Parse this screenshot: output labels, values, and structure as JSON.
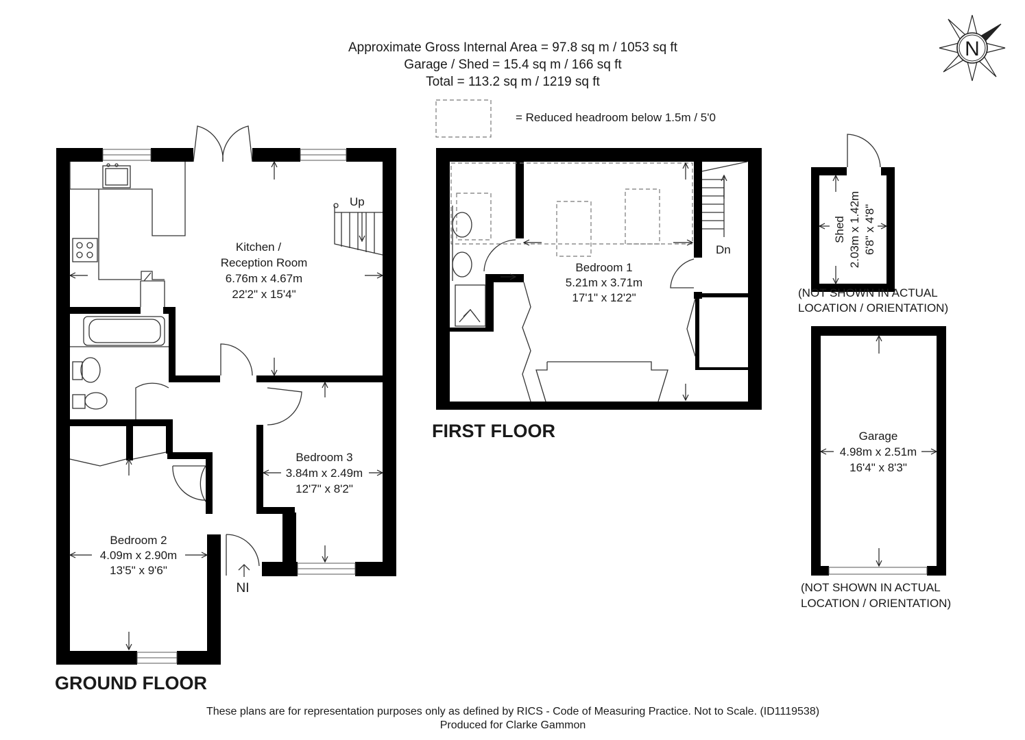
{
  "header": {
    "line1": "Approximate Gross Internal Area = 97.8 sq m / 1053 sq ft",
    "line2": "Garage / Shed = 15.4 sq m / 166 sq ft",
    "line3": "Total = 113.2 sq m / 1219 sq ft"
  },
  "legend": {
    "text": "= Reduced headroom below 1.5m / 5'0"
  },
  "compass": {
    "label": "N"
  },
  "ground_floor": {
    "title": "GROUND FLOOR",
    "kitchen": {
      "name1": "Kitchen /",
      "name2": "Reception Room",
      "metric": "6.76m x 4.67m",
      "imperial": "22'2\" x 15'4\""
    },
    "stairs_label": "Up",
    "bedroom2": {
      "name": "Bedroom 2",
      "metric": "4.09m x 2.90m",
      "imperial": "13'5\" x 9'6\""
    },
    "bedroom3": {
      "name": "Bedroom 3",
      "metric": "3.84m x 2.49m",
      "imperial": "12'7\" x 8'2\""
    },
    "entrance_label": "NI"
  },
  "first_floor": {
    "title": "FIRST FLOOR",
    "bedroom1": {
      "name": "Bedroom 1",
      "metric": "5.21m x 3.71m",
      "imperial": "17'1\" x 12'2\""
    },
    "stairs_label": "Dn"
  },
  "shed": {
    "name": "Shed",
    "metric": "2.03m x 1.42m",
    "imperial": "6'8\" x 4'8\"",
    "note1": "(NOT SHOWN IN ACTUAL",
    "note2": "LOCATION / ORIENTATION)"
  },
  "garage": {
    "name": "Garage",
    "metric": "4.98m x 2.51m",
    "imperial": "16'4\" x 8'3\"",
    "note1": "(NOT SHOWN IN ACTUAL",
    "note2": "LOCATION / ORIENTATION)"
  },
  "footer": {
    "line1": "These plans are for representation purposes only as defined by RICS - Code of Measuring Practice. Not to Scale. (ID1119538)",
    "line2": "Produced for Clarke Gammon"
  }
}
